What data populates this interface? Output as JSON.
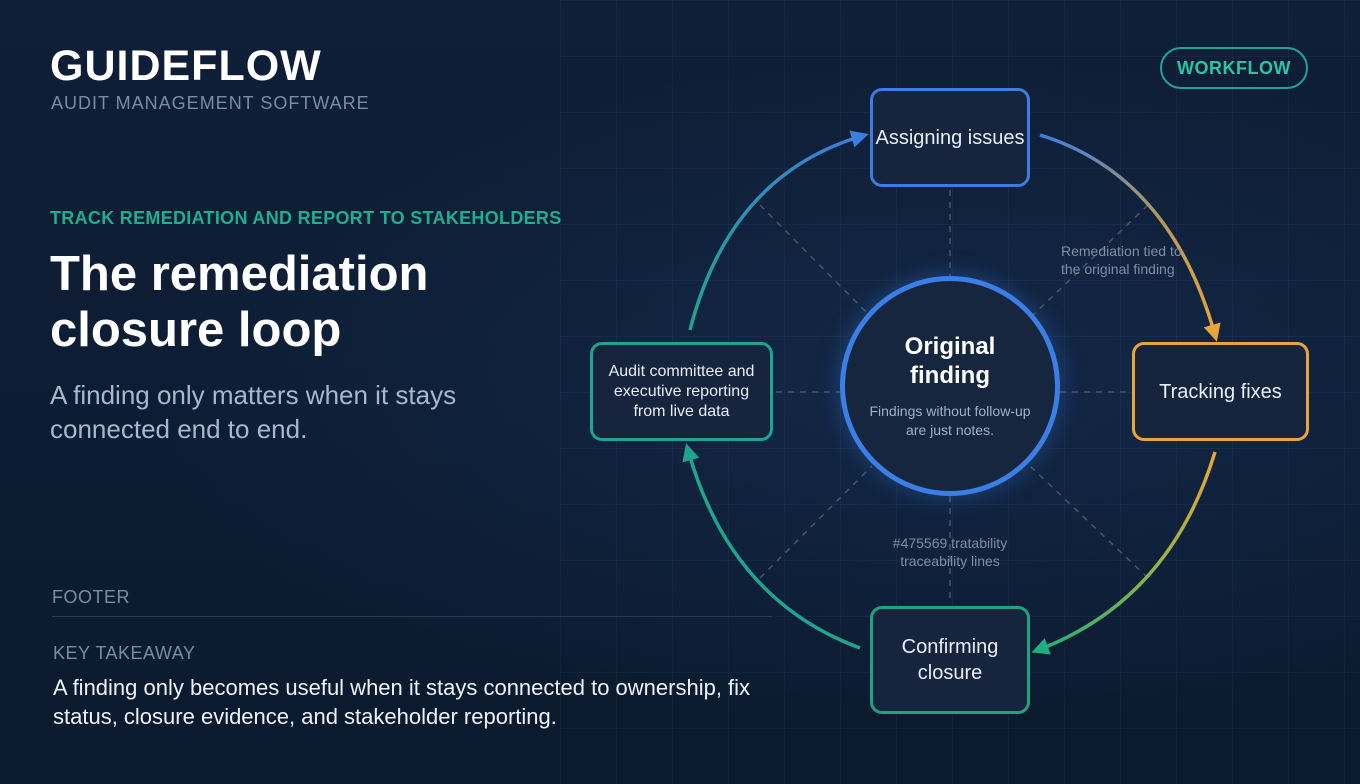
{
  "brand": {
    "name": "GUIDEFLOW",
    "tagline": "AUDIT MANAGEMENT SOFTWARE"
  },
  "badge": "WORKFLOW",
  "hero": {
    "kicker": "TRACK REMEDIATION AND REPORT TO STAKEHOLDERS",
    "title": "The remediation closure loop",
    "subtitle": "A finding only matters when it stays connected end to end."
  },
  "footer": {
    "label": "FOOTER",
    "takeaway_label": "KEY TAKEAWAY",
    "takeaway_text": "A finding only becomes useful when it stays connected to ownership, fix status, closure evidence, and stakeholder reporting."
  },
  "diagram": {
    "center": {
      "title": "Original finding",
      "subtitle": "Findings without follow-up are just notes."
    },
    "nodes": {
      "assign": "Assigning issues",
      "track": "Tracking fixes",
      "closure": "Confirming closure",
      "report": "Audit committee and executive reporting from live data"
    },
    "notes": {
      "top": "Remediation tied to the original finding",
      "bottom": "#475569 tratability traceability lines"
    },
    "colors": {
      "blue": "#3c7de0",
      "amber": "#e7a53a",
      "green": "#1fa37f",
      "teal": "#1fa58d",
      "dashed": "#475569"
    }
  }
}
